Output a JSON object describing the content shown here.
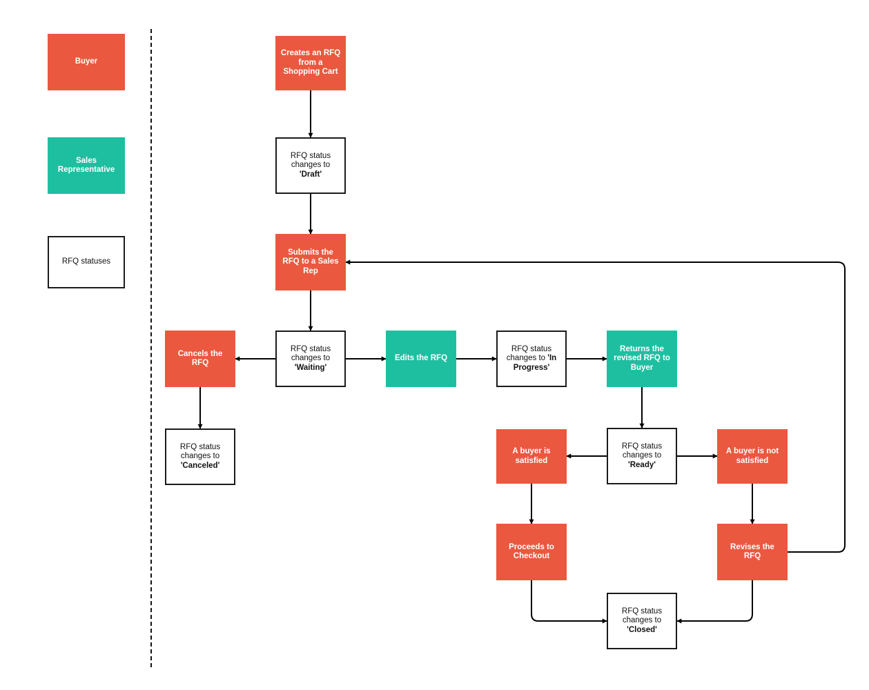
{
  "colors": {
    "buyer": "#EA583F",
    "sales": "#1EBFA0",
    "status_border": "#1a1a1a",
    "connector": "#000000"
  },
  "legend": {
    "buyer": "Buyer",
    "sales": "Sales Representative",
    "status": "RFQ statuses"
  },
  "nodes": {
    "create_rfq": "Creates an RFQ from a Shopping Cart",
    "status_draft": {
      "prefix": "RFQ status changes to ",
      "value": "'Draft'"
    },
    "submit_rfq": "Submits the RFQ to a Sales Rep",
    "status_waiting": {
      "prefix": "RFQ status changes to ",
      "value": "'Waiting'"
    },
    "cancel_rfq": "Cancels the RFQ",
    "status_canceled": {
      "prefix": "RFQ status changes to ",
      "value": "'Canceled'"
    },
    "edit_rfq": "Edits the RFQ",
    "status_in_progress": {
      "prefix": "RFQ status changes to ",
      "value": "'In Progress'"
    },
    "return_rfq": "Returns the revised RFQ to Buyer",
    "status_ready": {
      "prefix": "RFQ status changes to ",
      "value": "'Ready'"
    },
    "buyer_satisfied": "A buyer is satisfied",
    "buyer_not_satisfied": "A buyer is not satisfied",
    "checkout": "Proceeds to Checkout",
    "revise_rfq": "Revises the RFQ",
    "status_closed": {
      "prefix": "RFQ status changes to ",
      "value": "'Closed'"
    }
  }
}
